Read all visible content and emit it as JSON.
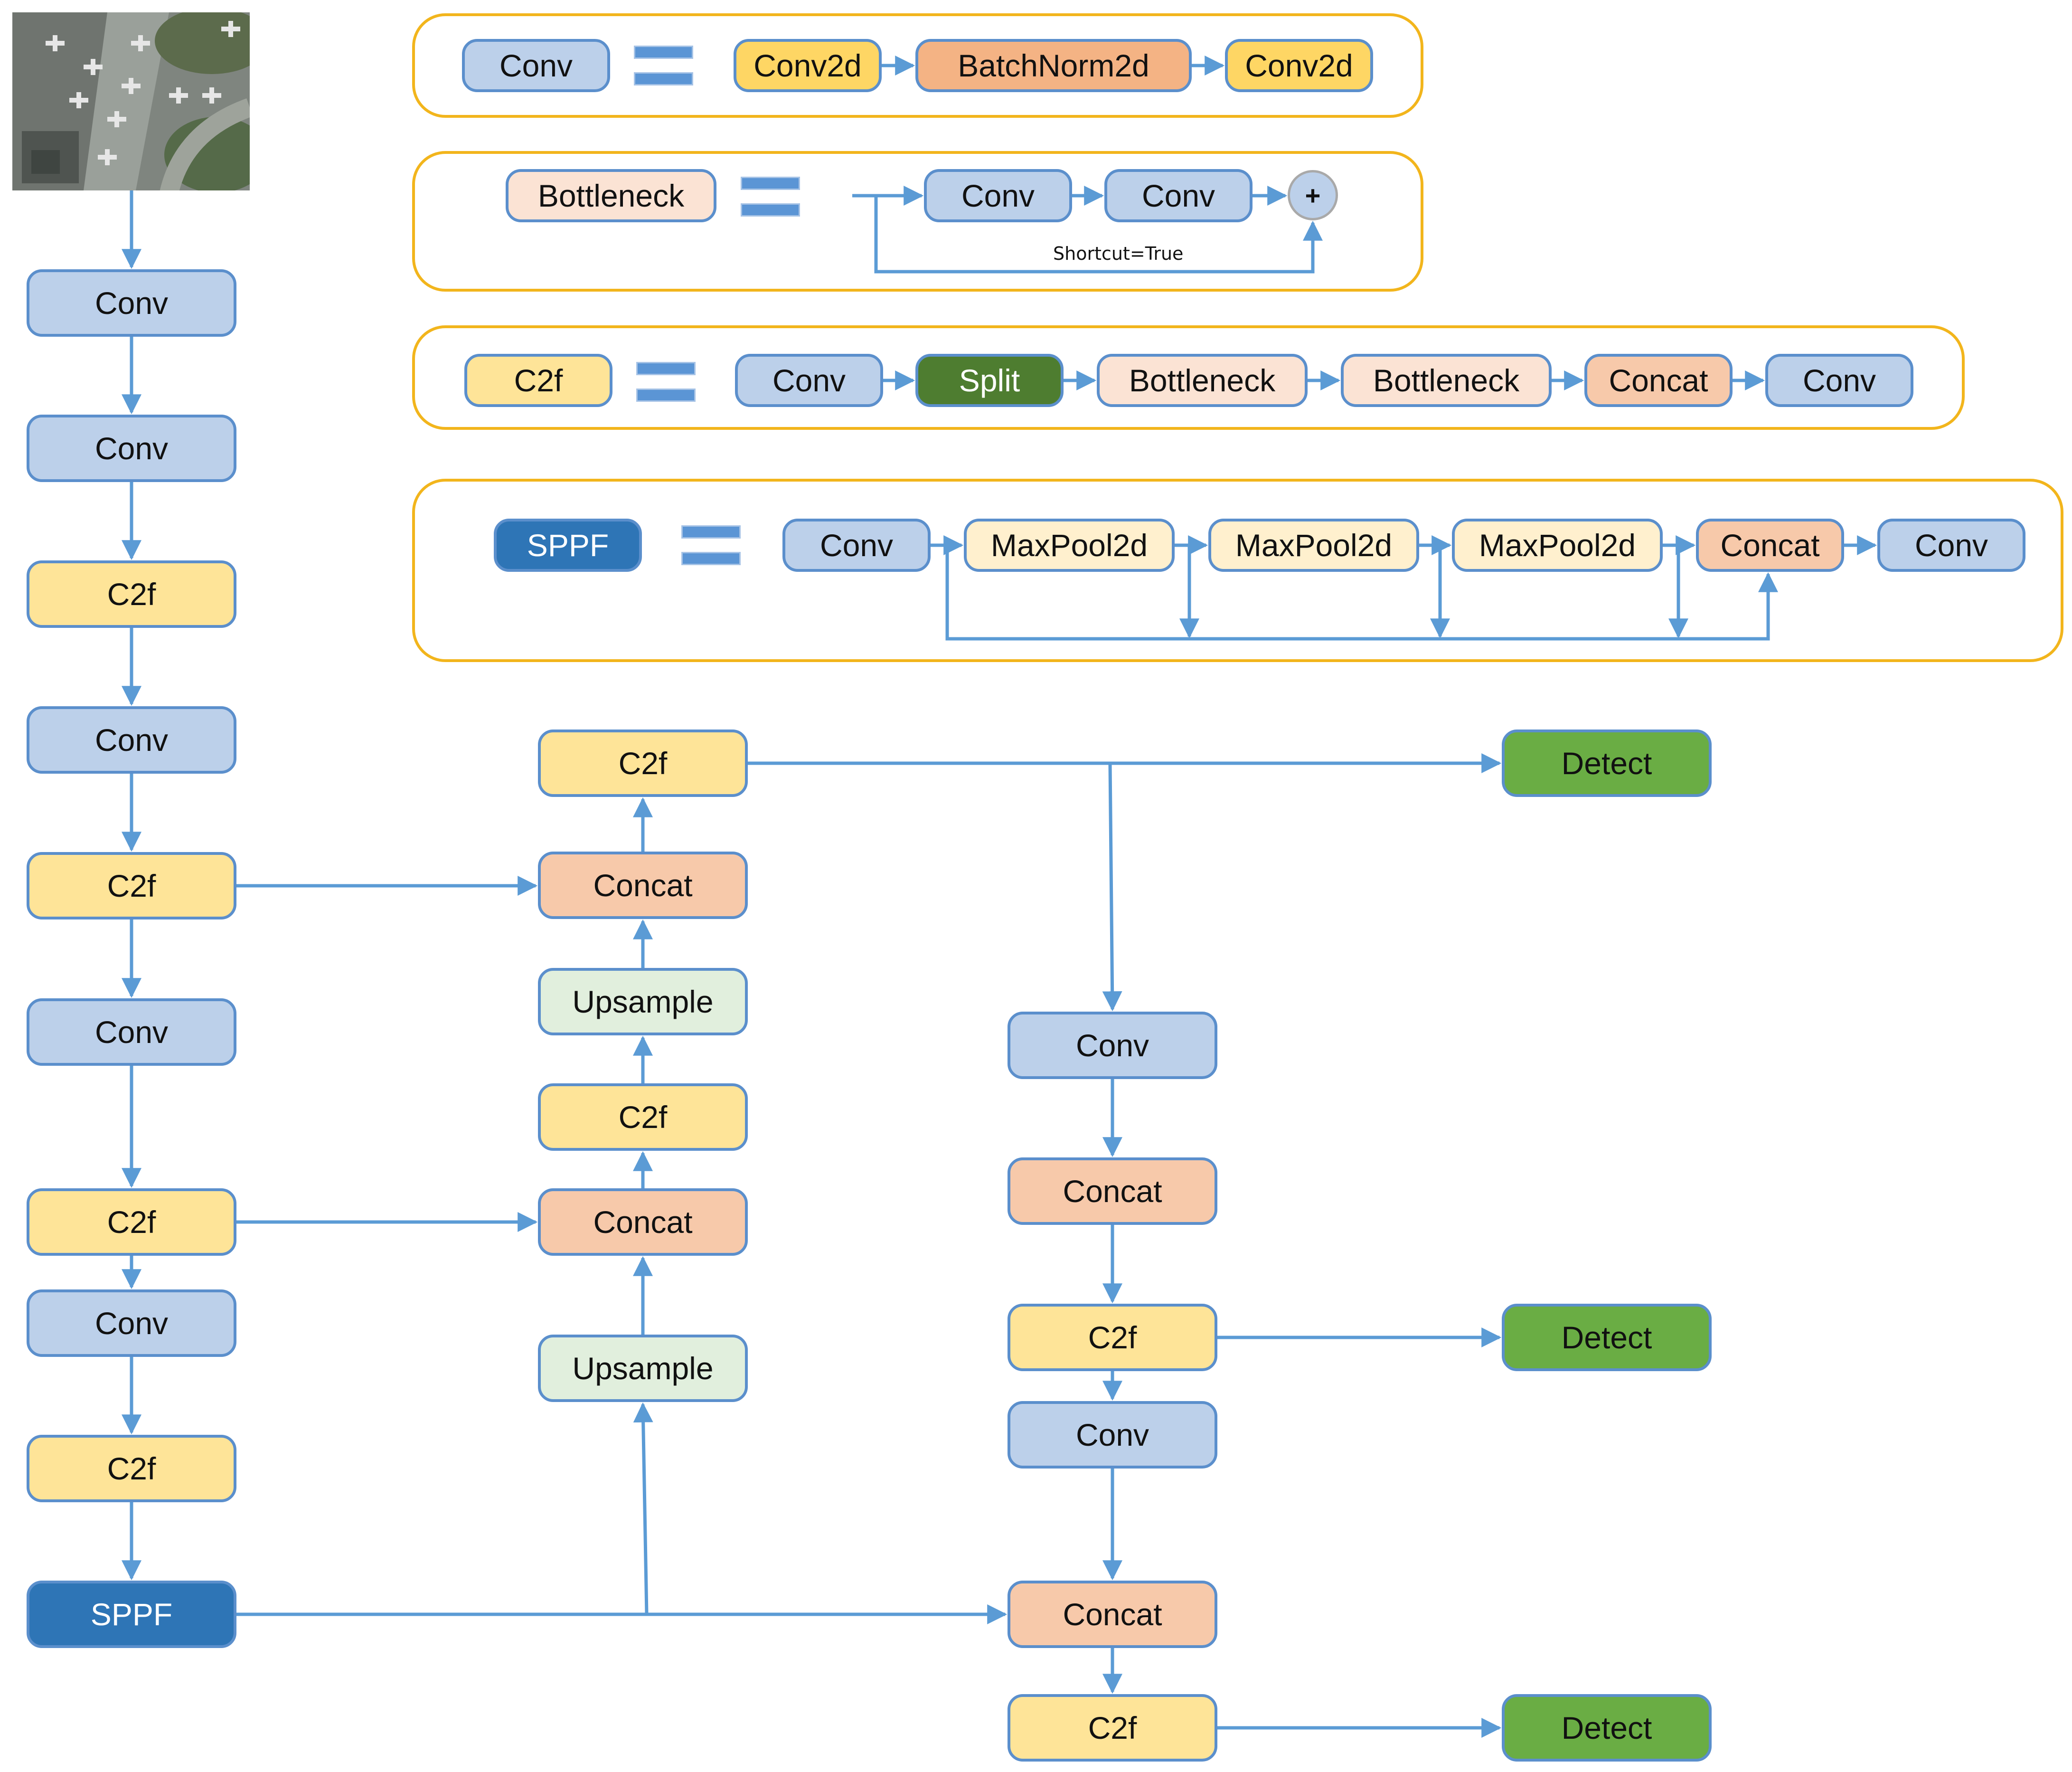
{
  "colors": {
    "arrow": "#5b9bd5",
    "panel_border": "#f2b51c",
    "conv": "#bcd0ea",
    "c2f": "#fee498",
    "concat": "#f7c9aa",
    "upsample": "#e1efdd",
    "sppf": "#2e75b6",
    "detect": "#6aad44"
  },
  "input_image": {
    "icon": "aerial-airport-photo-icon"
  },
  "legend": {
    "conv": {
      "name": "Conv",
      "parts": [
        "Conv2d",
        "BatchNorm2d",
        "Conv2d"
      ]
    },
    "bottleneck": {
      "name": "Bottleneck",
      "parts": [
        "Conv",
        "Conv"
      ],
      "add": "+",
      "shortcut_label": "Shortcut=True"
    },
    "c2f": {
      "name": "C2f",
      "parts": [
        "Conv",
        "Split",
        "Bottleneck",
        "Bottleneck",
        "Concat",
        "Conv"
      ]
    },
    "sppf": {
      "name": "SPPF",
      "parts": [
        "Conv",
        "MaxPool2d",
        "MaxPool2d",
        "MaxPool2d",
        "Concat",
        "Conv"
      ]
    }
  },
  "backbone": [
    "Conv",
    "Conv",
    "C2f",
    "Conv",
    "C2f",
    "Conv",
    "C2f",
    "Conv",
    "C2f",
    "SPPF"
  ],
  "neck_up": [
    "C2f",
    "Concat",
    "Upsample",
    "C2f",
    "Concat",
    "Upsample"
  ],
  "neck_down": [
    "Conv",
    "Concat",
    "C2f",
    "Conv",
    "Concat",
    "C2f"
  ],
  "heads": [
    "Detect",
    "Detect",
    "Detect"
  ]
}
